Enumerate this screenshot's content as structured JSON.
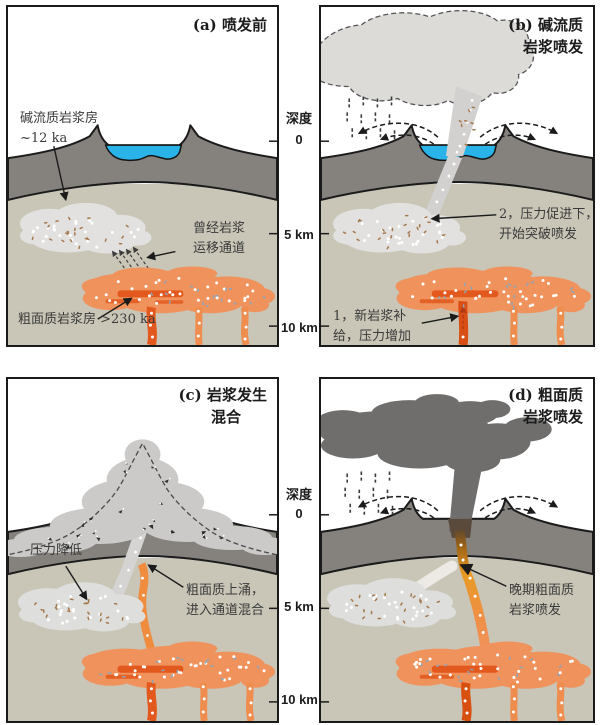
{
  "depth_scale": {
    "label": "深度",
    "tick0": "0",
    "tick5": "5 km",
    "tick10": "10 km"
  },
  "panel_a": {
    "title": "(a) 喷发前",
    "chamber_top_line1": "碱流质岩浆房",
    "chamber_top_line2": "~12 ka",
    "channel_line1": "曾经岩浆",
    "channel_line2": "运移通道",
    "chamber_bottom": "粗面质岩浆房 >230 ka"
  },
  "panel_b": {
    "title_line1": "(b) 碱流质",
    "title_line2": "岩浆喷发",
    "step2_line1": "2，压力促进下，",
    "step2_line2": "开始突破喷发",
    "step1_line1": "1，新岩浆补",
    "step1_line2": "给，压力增加"
  },
  "panel_c": {
    "title_line1": "(c) 岩浆发生",
    "title_line2": "混合",
    "pressure": "压力降低",
    "mix_line1": "粗面质上涌，",
    "mix_line2": "进入通道混合"
  },
  "panel_d": {
    "title_line1": "(d) 粗面质",
    "title_line2": "岩浆喷发",
    "late_line1": "晚期粗面质",
    "late_line2": "岩浆喷发"
  },
  "colors": {
    "lake_blue": "#29b3e8",
    "edifice_gray": "#85827d",
    "crust_light": "#c9c5b7",
    "felsic_chamber": "#e2e1df",
    "trachyte_orange": "#f0925b",
    "trachyte_dark": "#e2581d",
    "dike_red": "#d84e15",
    "plume_light": "#dcdbd8",
    "plume_dark": "#6f6e6c",
    "outline": "#1b1b1b"
  }
}
